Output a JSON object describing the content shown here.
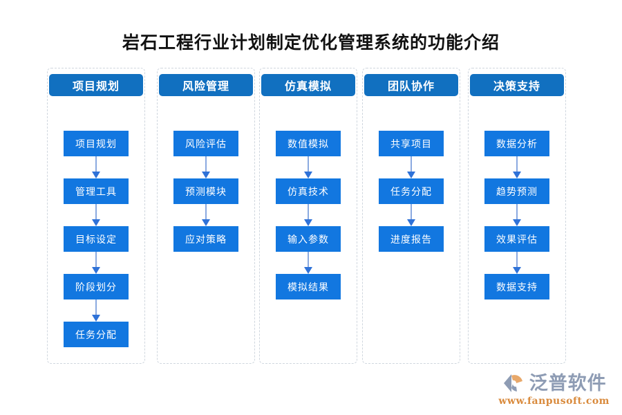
{
  "title": "岩石工程行业计划制定优化管理系统的功能介绍",
  "colors": {
    "background": "#ffffff",
    "header_box": "#1170c0",
    "node_box": "#1277e0",
    "node_text": "#ffffff",
    "arrow_shaft": "#8aa9e0",
    "arrow_head": "#2f72d8",
    "container_border": "#cfd6de",
    "title_text": "#111111",
    "brand_name": "#8e9cb4",
    "brand_url": "#d98a3c"
  },
  "columns": [
    {
      "header": "项目规划",
      "nodes": [
        "项目规划",
        "管理工具",
        "目标设定",
        "阶段划分",
        "任务分配"
      ]
    },
    {
      "header": "风险管理",
      "nodes": [
        "风险评估",
        "预测模块",
        "应对策略"
      ]
    },
    {
      "header": "仿真模拟",
      "nodes": [
        "数值模拟",
        "仿真技术",
        "输入参数",
        "模拟结果"
      ]
    },
    {
      "header": "团队协作",
      "nodes": [
        "共享项目",
        "任务分配",
        "进度报告"
      ]
    },
    {
      "header": "决策支持",
      "nodes": [
        "数据分析",
        "趋势预测",
        "效果评估",
        "数据支持"
      ]
    }
  ],
  "brand": {
    "name": "泛普软件",
    "url": "www.fanpusoft.com"
  }
}
